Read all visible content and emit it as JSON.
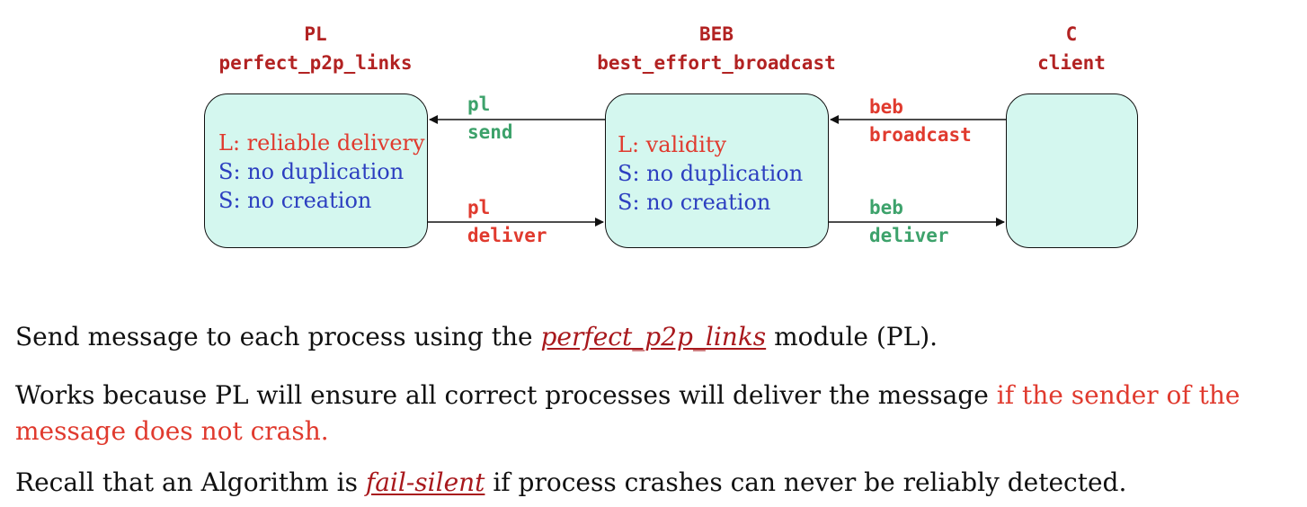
{
  "diagram": {
    "modules": [
      {
        "abbr": "PL",
        "name": "perfect_p2p_links",
        "props": [
          {
            "text": "L: reliable delivery",
            "kind": "L"
          },
          {
            "text": "S: no duplication",
            "kind": "S"
          },
          {
            "text": "S: no creation",
            "kind": "S"
          }
        ]
      },
      {
        "abbr": "BEB",
        "name": "best_effort_broadcast",
        "props": [
          {
            "text": "L: validity",
            "kind": "L"
          },
          {
            "text": "S: no duplication",
            "kind": "S"
          },
          {
            "text": "S: no creation",
            "kind": "S"
          }
        ]
      },
      {
        "abbr": "C",
        "name": "client",
        "props": []
      }
    ],
    "arrows": {
      "pl_send": {
        "line1": "pl",
        "line2": "send"
      },
      "pl_deliver": {
        "line1": "pl",
        "line2": "deliver"
      },
      "beb_broadcast": {
        "line1": "beb",
        "line2": "broadcast"
      },
      "beb_deliver": {
        "line1": "beb",
        "line2": "deliver"
      }
    }
  },
  "text": {
    "p1_a": "Send message to each process using the ",
    "p1_term": "perfect_p2p_links",
    "p1_b": " module (PL).",
    "p2_a": "Works because PL will ensure all correct processes will deliver the message ",
    "p2_hl_line1": "if the sender of the",
    "p2_hl_line2": "message does not crash.",
    "p3_a": "Recall that an Algorithm is ",
    "p3_term": "fail-silent",
    "p3_b": " if process crashes can never be reliably detected."
  }
}
